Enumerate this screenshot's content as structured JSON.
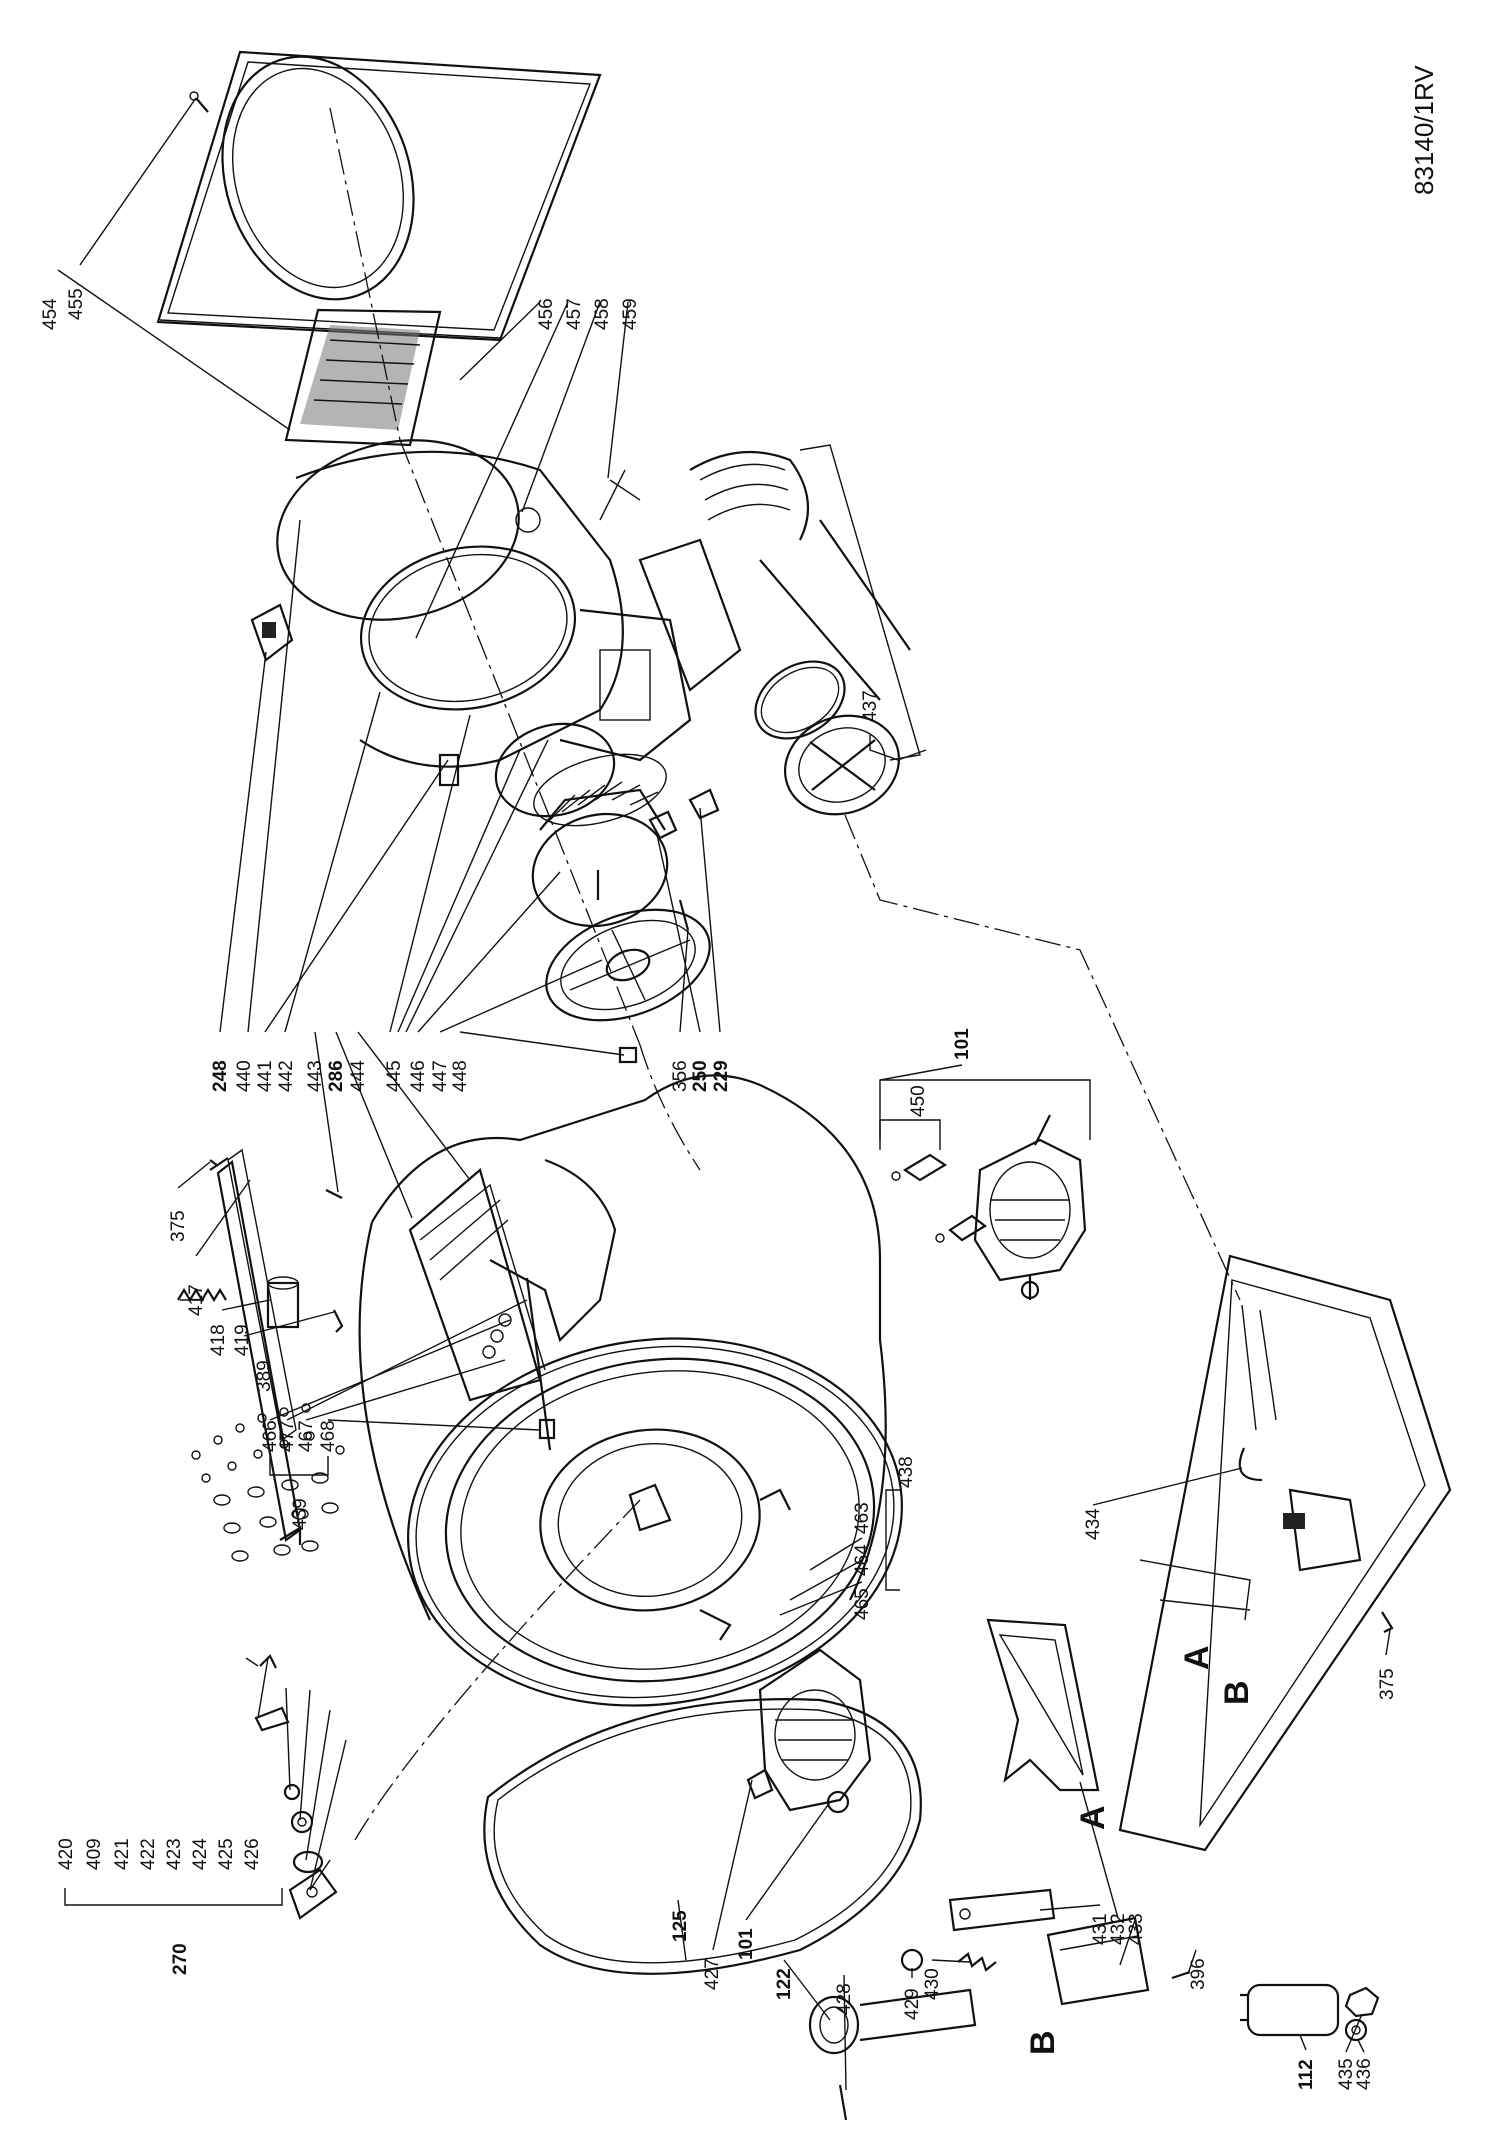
{
  "drawing_code": "83140/1RV",
  "view_markers": {
    "a": "A",
    "b": "B"
  },
  "labels": {
    "l454": "454",
    "l455": "455",
    "l456": "456",
    "l457": "457",
    "l458": "458",
    "l459": "459",
    "l248": "248",
    "l440": "440",
    "l441": "441",
    "l442": "442",
    "l443": "443",
    "l286": "286",
    "l444": "444",
    "l445": "445",
    "l446": "446",
    "l447": "447",
    "l448": "448",
    "l356": "356",
    "l250": "250",
    "l229": "229",
    "l437": "437",
    "l101a": "101",
    "l450": "450",
    "l375a": "375",
    "l417": "417",
    "l418": "418",
    "l419": "419",
    "l389": "389",
    "l466": "466",
    "l477": "477",
    "l467": "467",
    "l468": "468",
    "l439": "439",
    "l463": "463",
    "l464": "464",
    "l465": "465",
    "l438": "438",
    "l434": "434",
    "l375b": "375",
    "l270": "270",
    "l420": "420",
    "l409": "409",
    "l421": "421",
    "l422": "422",
    "l423": "423",
    "l424": "424",
    "l425": "425",
    "l426": "426",
    "l125": "125",
    "l427": "427",
    "l101b": "101",
    "l122": "122",
    "l428": "428",
    "l429": "429",
    "l430": "430",
    "l431": "431",
    "l432": "432",
    "l433": "433",
    "l396": "396",
    "l112": "112",
    "l435": "435",
    "l436": "436"
  }
}
